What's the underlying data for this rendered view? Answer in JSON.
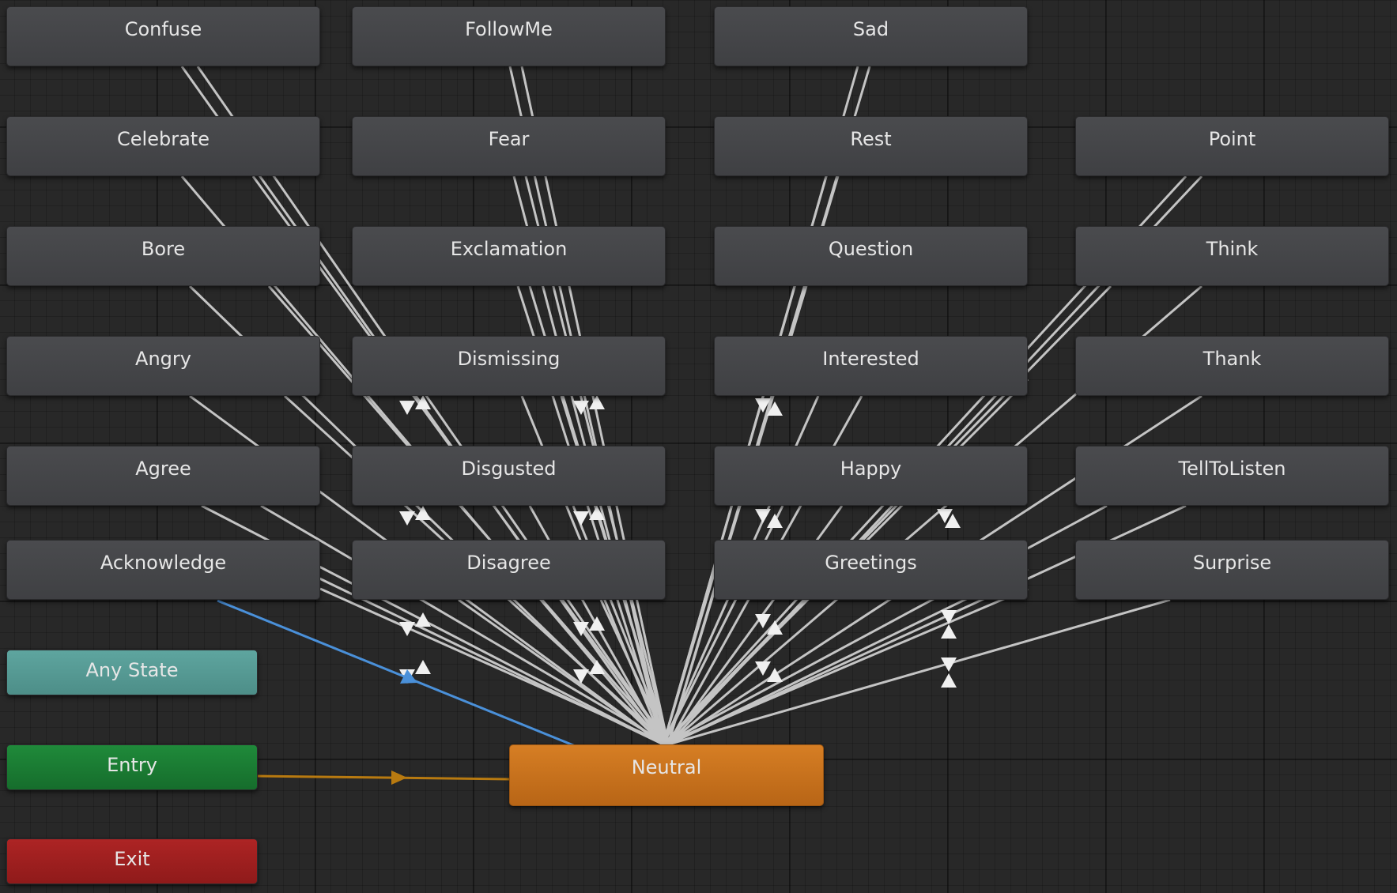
{
  "states": {
    "confuse": "Confuse",
    "followme": "FollowMe",
    "sad": "Sad",
    "celebrate": "Celebrate",
    "fear": "Fear",
    "rest": "Rest",
    "point": "Point",
    "bore": "Bore",
    "exclamation": "Exclamation",
    "question": "Question",
    "think": "Think",
    "angry": "Angry",
    "dismissing": "Dismissing",
    "interested": "Interested",
    "thank": "Thank",
    "agree": "Agree",
    "disgusted": "Disgusted",
    "happy": "Happy",
    "telltolisten": "TellToListen",
    "acknowledge": "Acknowledge",
    "disagree": "Disagree",
    "greetings": "Greetings",
    "surprise": "Surprise",
    "anystate": "Any State",
    "entry": "Entry",
    "exit": "Exit",
    "neutral": "Neutral"
  },
  "colors": {
    "state_node": "#45464a",
    "any_state": "#579c96",
    "entry": "#1b7d34",
    "exit": "#9e1f1f",
    "default_state": "#c8711c",
    "transition_line": "#c4c4c4",
    "any_state_transition": "#4a90d9",
    "entry_transition": "#b87a10",
    "grid_background": "#282828"
  }
}
